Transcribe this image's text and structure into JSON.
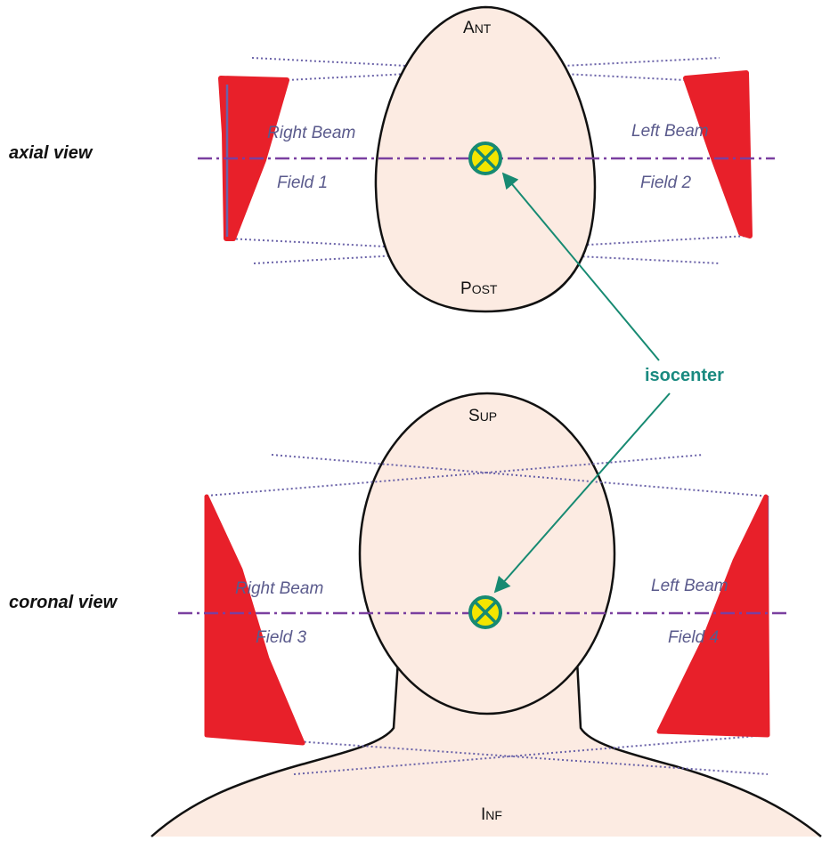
{
  "views": {
    "axial": {
      "label": "axial view"
    },
    "coronal": {
      "label": "coronal view"
    }
  },
  "orientation": {
    "ant": {
      "first": "A",
      "rest": "NT"
    },
    "post": {
      "first": "P",
      "rest": "OST"
    },
    "sup": {
      "first": "S",
      "rest": "UP"
    },
    "inf": {
      "first": "I",
      "rest": "NF"
    }
  },
  "beams": {
    "axial_right": {
      "name": "Right Beam",
      "field": "Field 1"
    },
    "axial_left": {
      "name": "Left Beam",
      "field": "Field 2"
    },
    "coronal_right": {
      "name": "Right Beam",
      "field": "Field 3"
    },
    "coronal_left": {
      "name": "Left Beam",
      "field": "Field 4"
    }
  },
  "isocenter": {
    "label": "isocenter"
  },
  "colors": {
    "skin": "#fcebe2",
    "outline": "#111111",
    "wedge_red": "#e8202a",
    "axis_purple": "#7a3fa0",
    "divergence_dots": "#6a62a8",
    "iso_green": "#178a72",
    "iso_yellow": "#f4e500",
    "label_text": "#5a5a8c",
    "iso_label": "#1a8a80"
  }
}
